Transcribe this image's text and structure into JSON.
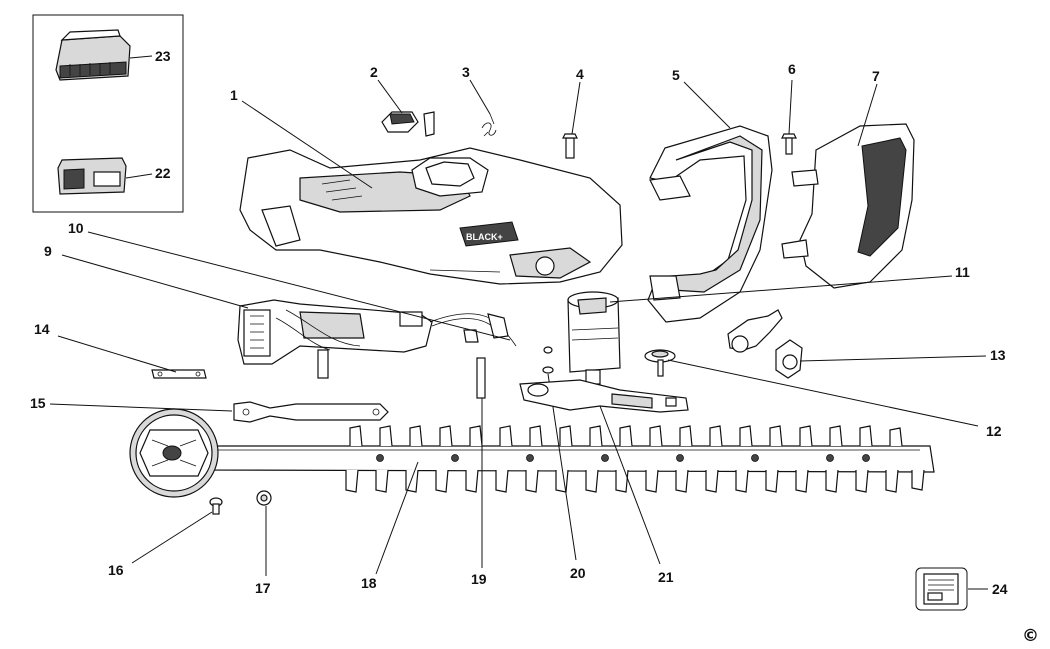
{
  "callouts": {
    "p1": "1",
    "p2": "2",
    "p3": "3",
    "p4": "4",
    "p5": "5",
    "p6": "6",
    "p7": "7",
    "p9": "9",
    "p10": "10",
    "p11": "11",
    "p12": "12",
    "p13": "13",
    "p14": "14",
    "p15": "15",
    "p16": "16",
    "p17": "17",
    "p18": "18",
    "p19": "19",
    "p20": "20",
    "p21": "21",
    "p22": "22",
    "p23": "23",
    "p24": "24"
  },
  "housing_logo_text": "BLACK+",
  "copyright_symbol": "©",
  "colors": {
    "line": "#111111",
    "fill": "#ffffff",
    "shade": "#d9d9d9"
  }
}
